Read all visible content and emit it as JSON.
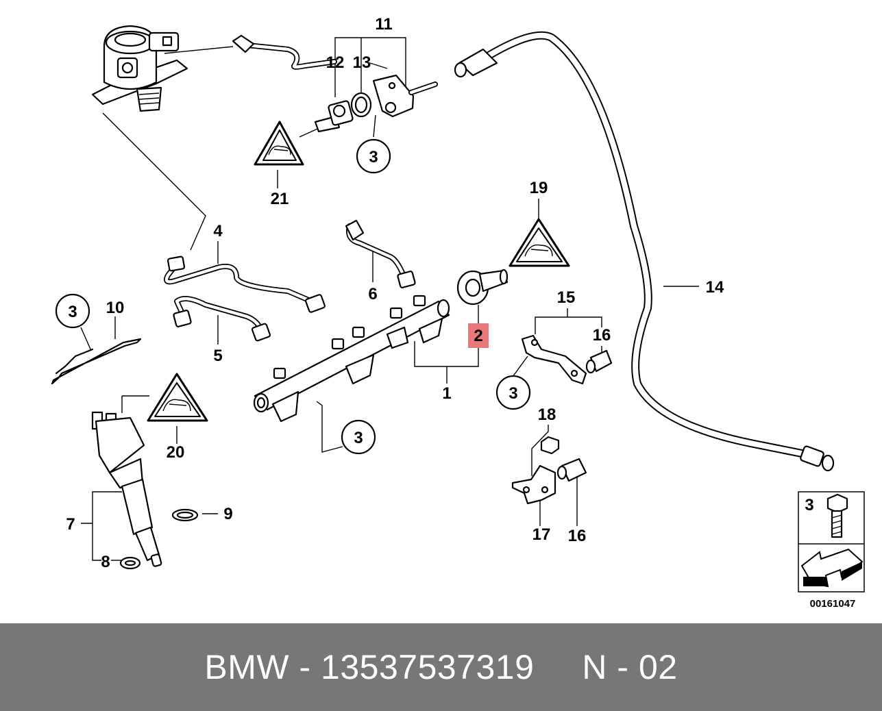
{
  "callouts": {
    "c1": "1",
    "c2": "2",
    "c4": "4",
    "c5": "5",
    "c6": "6",
    "c7": "7",
    "c8": "8",
    "c9": "9",
    "c10": "10",
    "c11": "11",
    "c12": "12",
    "c13": "13",
    "c14": "14",
    "c15": "15",
    "c16a": "16",
    "c16b": "16",
    "c17": "17",
    "c18": "18",
    "c19": "19",
    "c20": "20",
    "c21": "21"
  },
  "circle_refs": {
    "r_top": "3",
    "r_left": "3",
    "r_rail": "3",
    "r_right": "3"
  },
  "legend": {
    "ref": "3"
  },
  "drawing_id": "00161047",
  "highlight_color": "#e8787a",
  "footer": {
    "brand": "BMW - 13537537319",
    "suffix": "N - 02"
  }
}
